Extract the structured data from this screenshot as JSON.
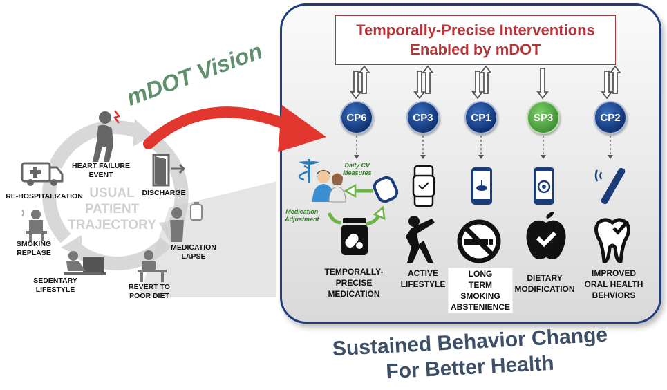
{
  "title_line1": "Temporally-Precise Interventions",
  "title_line2": "Enabled by mDOT",
  "vision_label": "mDOT Vision",
  "cycle_center": [
    "USUAL",
    "PATIENT",
    "TRAJECTORY"
  ],
  "cycle_events": {
    "heart_failure": [
      "HEART FAILURE",
      "EVENT"
    ],
    "discharge": [
      "DISCHARGE"
    ],
    "medication_lapse": [
      "MEDICATION",
      "LAPSE"
    ],
    "poor_diet": [
      "REVERT TO",
      "POOR DIET"
    ],
    "sedentary": [
      "SEDENTARY",
      "LIFESTYLE"
    ],
    "smoking_relapse": [
      "SMOKING",
      "REPLASE"
    ],
    "rehospitalization": [
      "RE-HOSPITALIZATION"
    ]
  },
  "projects": [
    "CP6",
    "CP3",
    "CP1",
    "SP3",
    "CP2"
  ],
  "green_notes": {
    "daily_cv": [
      "Daily CV",
      "Measures"
    ],
    "med_adjust": [
      "Medication",
      "Adjustment"
    ]
  },
  "outcomes": {
    "medication": [
      "TEMPORALLY-",
      "PRECISE",
      "MEDICATION"
    ],
    "active": [
      "ACTIVE",
      "LIFESTYLE"
    ],
    "smoking": [
      "LONG",
      "TERM",
      "SMOKING",
      "ABSTENIENCE"
    ],
    "dietary": [
      "DIETARY",
      "MODIFICATION"
    ],
    "oral": [
      "IMPROVED",
      "ORAL HEALTH",
      "BEHVIORS"
    ]
  },
  "footer_line1": "Sustained Behavior Change",
  "footer_line2": "For Better Health",
  "colors": {
    "title_red": "#b3363a",
    "panel_border": "#1f3d7a",
    "cp_blue": "#0e2f6e",
    "sp_green": "#3d8f33",
    "vision_green": "#5f8f6d",
    "arrow_red": "#e2372e",
    "footer": "#3d4f66"
  }
}
